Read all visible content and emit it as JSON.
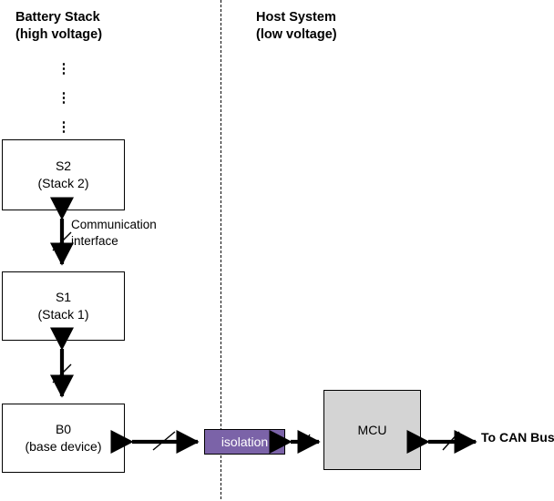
{
  "diagram": {
    "headers": {
      "left": "Battery Stack\n(high voltage)",
      "right": "Host System\n(low voltage)"
    },
    "blocks": {
      "s2": {
        "line1": "S2",
        "line2": "(Stack 2)"
      },
      "s1": {
        "line1": "S1",
        "line2": "(Stack 1)"
      },
      "b0": {
        "line1": "B0",
        "line2": "(base device)"
      },
      "isolation": {
        "label": "isolation"
      },
      "mcu": {
        "label": "MCU"
      }
    },
    "labels": {
      "communication_interface": "Communication\ninterface",
      "to_can_bus": "To CAN Bus",
      "vertical_ellipsis": "⋮"
    },
    "colors": {
      "isolation_fill": "#7b63a8",
      "mcu_fill": "#d4d4d4",
      "stroke": "#000000",
      "background": "#ffffff"
    }
  }
}
